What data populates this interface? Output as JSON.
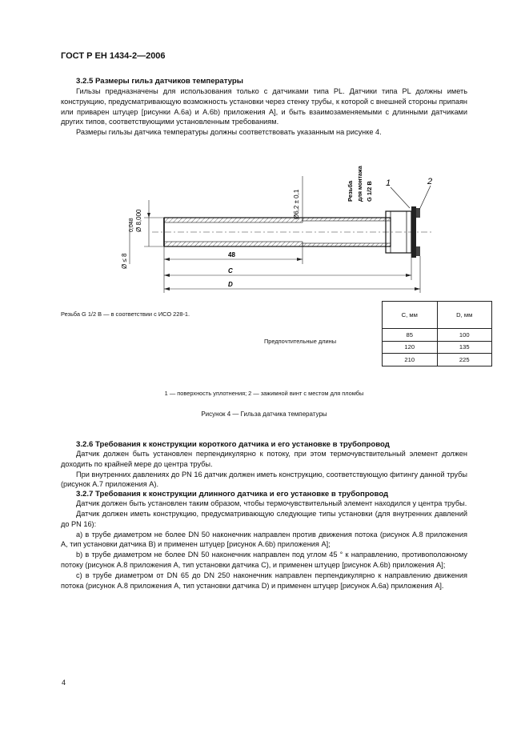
{
  "header": "ГОСТ Р ЕН 1434-2—2006",
  "section_325": {
    "title": "3.2.5 Размеры гильз датчиков температуры",
    "para1": "Гильзы предназначены для использования только с датчиками типа PL. Датчики типа PL должны иметь конструкцию, предусматривающую возможность установки через стенку трубы, к которой с внешней стороны припаян или приварен штуцер [рисунки А.6а) и А.6b) приложения А], и быть взаимозаменяемыми с длинными датчиками других типов, соответствующими установленным требованиям.",
    "para2": "Размеры гильзы датчика температуры должны соответствовать указанным на рисунке 4."
  },
  "figure": {
    "dim_outer": "Ø 8,000",
    "dim_outer_tol": "0,048",
    "dim_inner": "Ø ≤ 8",
    "dim_mid": "Ø6,2 ± 0,1",
    "thread_label": "Резьба",
    "thread_sub": "для монтажа",
    "thread_spec": "G 1/2 B",
    "callout_1": "1",
    "callout_2": "2",
    "dim_48": "48",
    "dim_C": "C",
    "dim_D": "D",
    "thread_note": "Резьба G 1/2 B — в соответствии с ИСО 228-1.",
    "preferred_lengths_label": "Предпочтительные длины",
    "table": {
      "col_c": "C, мм",
      "col_d": "D, мм",
      "rows": [
        [
          "85",
          "100"
        ],
        [
          "120",
          "135"
        ],
        [
          "210",
          "225"
        ]
      ]
    },
    "legend": "1 — поверхность уплотнения; 2 — зажимной винт с местом для пломбы",
    "caption": "Рисунок 4 — Гильза датчика температуры"
  },
  "section_326": {
    "title": "3.2.6 Требования к конструкции короткого датчика и его установке в трубопровод",
    "para1": "Датчик должен быть установлен перпендикулярно к потоку, при этом термочувствительный элемент должен доходить по крайней мере до центра трубы.",
    "para2": "При внутренних давлениях до PN 16 датчик должен иметь конструкцию, соответствующую фитингу данной трубы (рисунок А.7 приложения А)."
  },
  "section_327": {
    "title": "3.2.7 Требования к конструкции длинного датчика и его установке в трубопровод",
    "para1": "Датчик должен быть установлен таким образом, чтобы термочувствительный элемент находился у центра трубы.",
    "para2": "Датчик должен иметь конструкцию, предусматривающую следующие типы установки (для внутренних давлений до PN 16):",
    "item_a": "а) в трубе диаметром не более DN 50 наконечник направлен против движения потока (рисунок А.8 приложения А, тип установки датчика В) и применен штуцер [рисунок А.6b) приложения А];",
    "item_b": "b) в трубе диаметром не более DN 50 наконечник направлен под углом 45 ° к направлению, противоположному потоку (рисунок А.8 приложения А, тип установки датчика С), и применен штуцер [рисунок А.6b) приложения А];",
    "item_c": "c) в трубе диаметром от DN 65 до DN 250 наконечник направлен перпендикулярно к направлению движения потока (рисунок А.8 приложения А, тип установки датчика D) и применен штуцер [рисунок А.6а) приложения А]."
  },
  "page_number": "4"
}
